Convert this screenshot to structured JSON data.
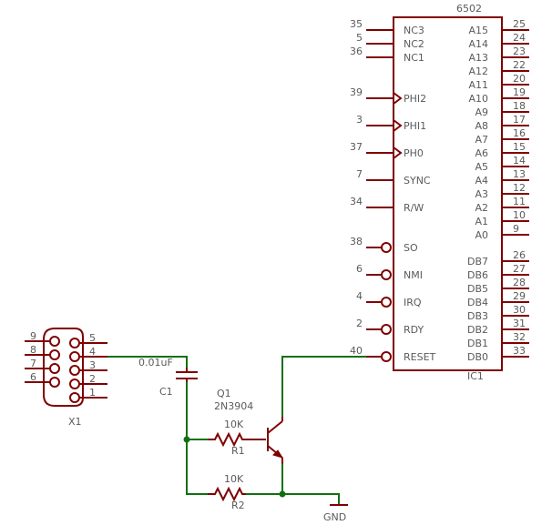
{
  "ic": {
    "name": "6502",
    "ref": "IC1",
    "left_pins": [
      {
        "num": "35",
        "label": "NC3",
        "type": "line"
      },
      {
        "num": "5",
        "label": "NC2",
        "type": "line"
      },
      {
        "num": "36",
        "label": "NC1",
        "type": "line"
      },
      {
        "num": "39",
        "label": "PHI2",
        "type": "clock"
      },
      {
        "num": "3",
        "label": "PHI1",
        "type": "clock"
      },
      {
        "num": "37",
        "label": "PH0",
        "type": "clock"
      },
      {
        "num": "7",
        "label": "SYNC",
        "type": "line"
      },
      {
        "num": "34",
        "label": "R/W",
        "type": "line"
      },
      {
        "num": "38",
        "label": "SO",
        "type": "inverted"
      },
      {
        "num": "6",
        "label": "NMI",
        "type": "inverted"
      },
      {
        "num": "4",
        "label": "IRQ",
        "type": "inverted"
      },
      {
        "num": "2",
        "label": "RDY",
        "type": "inverted"
      },
      {
        "num": "40",
        "label": "RESET",
        "type": "inverted"
      }
    ],
    "right_pins": [
      {
        "num": "25",
        "label": "A15"
      },
      {
        "num": "24",
        "label": "A14"
      },
      {
        "num": "23",
        "label": "A13"
      },
      {
        "num": "22",
        "label": "A12"
      },
      {
        "num": "20",
        "label": "A11"
      },
      {
        "num": "19",
        "label": "A10"
      },
      {
        "num": "18",
        "label": "A9"
      },
      {
        "num": "17",
        "label": "A8"
      },
      {
        "num": "16",
        "label": "A7"
      },
      {
        "num": "15",
        "label": "A6"
      },
      {
        "num": "14",
        "label": "A5"
      },
      {
        "num": "13",
        "label": "A4"
      },
      {
        "num": "12",
        "label": "A3"
      },
      {
        "num": "11",
        "label": "A2"
      },
      {
        "num": "10",
        "label": "A1"
      },
      {
        "num": "9",
        "label": "A0"
      },
      {
        "num": "26",
        "label": "DB7"
      },
      {
        "num": "27",
        "label": "DB6"
      },
      {
        "num": "28",
        "label": "DB5"
      },
      {
        "num": "29",
        "label": "DB4"
      },
      {
        "num": "30",
        "label": "DB3"
      },
      {
        "num": "31",
        "label": "DB2"
      },
      {
        "num": "32",
        "label": "DB1"
      },
      {
        "num": "33",
        "label": "DB0"
      }
    ]
  },
  "connector": {
    "ref": "X1",
    "left_pins": [
      "9",
      "8",
      "7",
      "6"
    ],
    "right_pins": [
      "5",
      "4",
      "3",
      "2",
      "1"
    ]
  },
  "capacitor": {
    "ref": "C1",
    "value": "0.01uF"
  },
  "transistor": {
    "ref": "Q1",
    "value": "2N3904"
  },
  "resistors": [
    {
      "ref": "R1",
      "value": "10K"
    },
    {
      "ref": "R2",
      "value": "10K"
    }
  ],
  "ground": {
    "label": "GND"
  },
  "colors": {
    "part": "#800000",
    "wire": "#107010",
    "text": "#5a5a5a",
    "background": "#ffffff"
  }
}
